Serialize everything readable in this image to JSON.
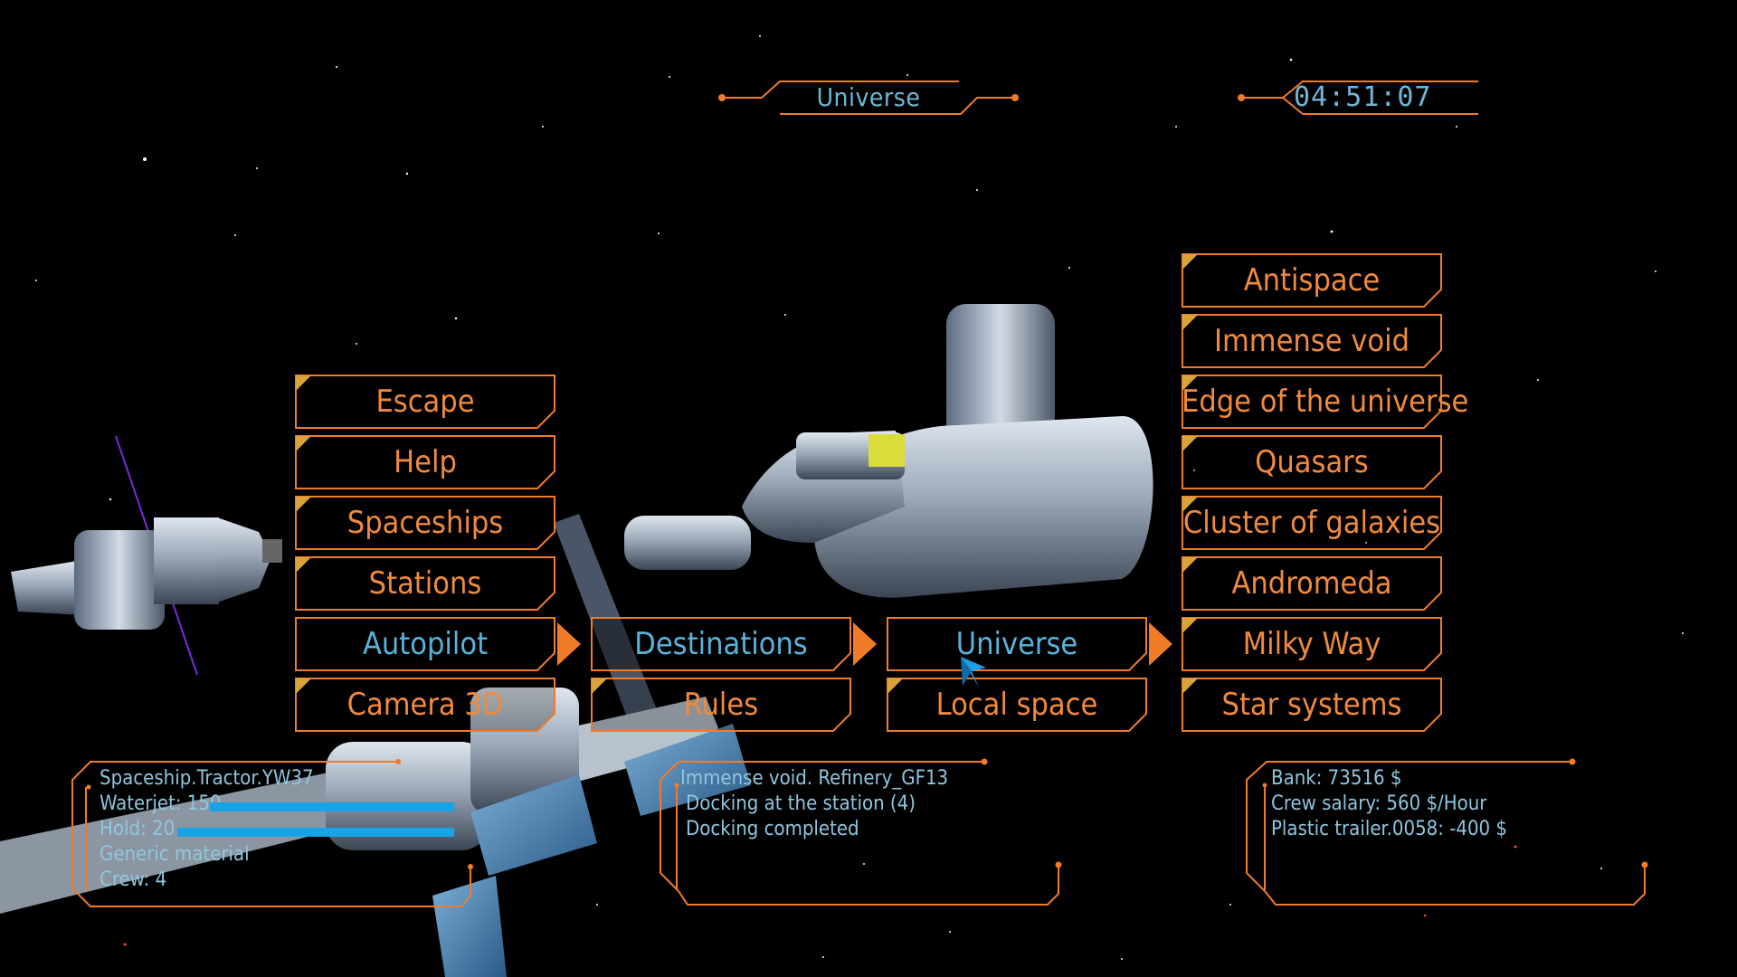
{
  "header": {
    "location_title": "Universe",
    "clock": "04:51:07"
  },
  "menu": {
    "main": [
      {
        "label": "Escape"
      },
      {
        "label": "Help"
      },
      {
        "label": "Spaceships"
      },
      {
        "label": "Stations"
      },
      {
        "label": "Autopilot",
        "active": true
      },
      {
        "label": "Camera 3D"
      }
    ],
    "autopilot": [
      {
        "label": "Destinations",
        "active": true
      },
      {
        "label": "Rules"
      }
    ],
    "destinations": [
      {
        "label": "Universe",
        "active": true
      },
      {
        "label": "Local space"
      }
    ],
    "universe": [
      {
        "label": "Antispace"
      },
      {
        "label": "Immense void"
      },
      {
        "label": "Edge of the universe"
      },
      {
        "label": "Quasars"
      },
      {
        "label": "Cluster of galaxies"
      },
      {
        "label": "Andromeda"
      },
      {
        "label": "Milky Way"
      },
      {
        "label": "Star systems"
      }
    ]
  },
  "ship_panel": {
    "name": "Spaceship.Tractor.YW37",
    "waterjet": "Waterjet: 150",
    "waterjet_level": 1.0,
    "hold": "Hold: 20",
    "hold_level": 1.0,
    "cargo": "Generic material",
    "crew": "Crew: 4"
  },
  "log_panel": {
    "lines": [
      "Immense void. Refinery_GF13",
      "Docking at the station (4)",
      "Docking completed"
    ]
  },
  "finance_panel": {
    "bank": "Bank: 73516 $",
    "salary": "Crew salary: 560 $/Hour",
    "trailer": "Plastic trailer.0058: -400 $"
  },
  "colors": {
    "hud_orange": "#f07c2a",
    "text_blue": "#6fb7d8",
    "bar_blue": "#17a3e6",
    "corner_gold": "#d9a33a"
  }
}
